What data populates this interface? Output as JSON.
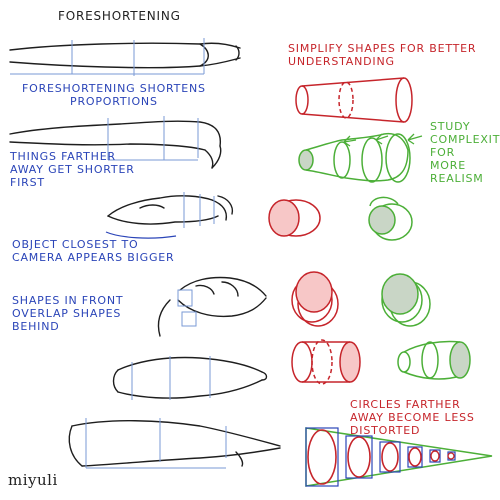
{
  "title": "FORESHORTENING",
  "signature": "miyuli",
  "notes": {
    "shortens": "FORESHORTENING SHORTENS\nPROPORTIONS",
    "farther": "THINGS FARTHER\nAWAY GET SHORTER\nFIRST",
    "closest": "OBJECT CLOSEST TO\nCAMERA APPEARS BIGGER",
    "overlap": "SHAPES IN FRONT\nOVERLAP SHAPES\nBEHIND",
    "simplify": "SIMPLIFY SHAPES FOR BETTER\nUNDERSTANDING",
    "study": "STUDY\nCOMPLEXITY\nFOR\nMORE\nREALISM",
    "circles": "CIRCLES FARTHER\nAWAY BECOME LESS\nDISTORTED"
  },
  "colors": {
    "blue": "#2b45b8",
    "red": "#c6252b",
    "red_fill": "#f7c7c7",
    "green": "#4caf38",
    "green_fill": "#c9d6c6",
    "line": "#1e1e1e",
    "guide": "#7a9ad6"
  }
}
